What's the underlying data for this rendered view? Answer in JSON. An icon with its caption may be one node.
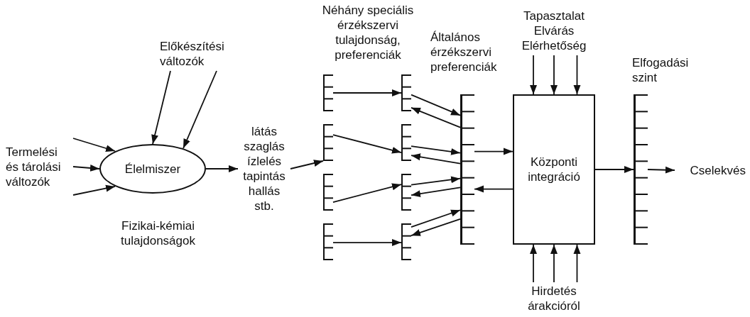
{
  "diagram": {
    "nodes": [
      {
        "text": [
          "Termelési és tárolási változók"
        ]
      },
      {
        "text": [
          "Előkészítési változók"
        ]
      },
      {
        "text": [
          "Élelmiszer"
        ]
      },
      {
        "text": [
          "látás szaglás ízlelés tapintás hallás stb."
        ]
      },
      {
        "text": [],
        "shape": "bar"
      },
      {
        "text": [],
        "shape": "bar"
      },
      {
        "text": [],
        "shape": "bar"
      },
      {
        "text": [],
        "shape": "bar"
      },
      {
        "text": [],
        "shape": "bar"
      },
      {
        "text": [],
        "shape": "bar"
      },
      {
        "text": [],
        "shape": "bar"
      },
      {
        "text": [],
        "shape": "bar"
      },
      {
        "text": [],
        "shape": "bar"
      },
      {
        "text": [
          "Tapasztalat",
          "Elvárás",
          "Elérhetőség"
        ]
      },
      {
        "text": [
          "Központi integráció"
        ]
      },
      {
        "text": [
          "Hirdetés árakcióról"
        ]
      },
      {
        "text": [],
        "shape": "bar"
      },
      {
        "text": [
          "Cselekvés"
        ]
      }
    ],
    "edges": [
      {
        "from": 0,
        "to": 2,
        "arrow": "to"
      },
      {
        "from": 0,
        "to": 2,
        "arrow": "to"
      },
      {
        "from": 0,
        "to": 2,
        "arrow": "to"
      },
      {
        "from": 1,
        "to": 2,
        "arrow": "to"
      },
      {
        "from": 1,
        "to": 2,
        "arrow": "to"
      },
      {
        "from": 2,
        "to": 3,
        "arrow": "to"
      },
      {
        "from": 3,
        "to": 5,
        "arrow": "to"
      },
      {
        "from": 4,
        "to": 8,
        "arrow": "to"
      },
      {
        "from": 5,
        "to": 9,
        "arrow": "to"
      },
      {
        "from": 6,
        "to": 10,
        "arrow": "to"
      },
      {
        "from": 7,
        "to": 11,
        "arrow": "to"
      },
      {
        "from": 8,
        "to": 12,
        "arrow": "to"
      },
      {
        "from": 12,
        "to": 8,
        "arrow": "to"
      },
      {
        "from": 9,
        "to": 12,
        "arrow": "to"
      },
      {
        "from": 12,
        "to": 9,
        "arrow": "to"
      },
      {
        "from": 10,
        "to": 12,
        "arrow": "to"
      },
      {
        "from": 12,
        "to": 10,
        "arrow": "to"
      },
      {
        "from": 11,
        "to": 12,
        "arrow": "to"
      },
      {
        "from": 12,
        "to": 11,
        "arrow": "to"
      },
      {
        "from": 12,
        "to": 14,
        "arrow": "to"
      },
      {
        "from": 14,
        "to": 12,
        "arrow": "to"
      },
      {
        "from": 13,
        "to": 14,
        "arrow": "to"
      },
      {
        "from": 13,
        "to": 14,
        "arrow": "to"
      },
      {
        "from": 13,
        "to": 14,
        "arrow": "to"
      },
      {
        "from": 15,
        "to": 14,
        "arrow": "to"
      },
      {
        "from": 15,
        "to": 14,
        "arrow": "to"
      },
      {
        "from": 15,
        "to": 14,
        "arrow": "to"
      },
      {
        "from": 14,
        "to": 16,
        "arrow": "to"
      },
      {
        "from": 16,
        "to": 17,
        "arrow": "to"
      }
    ],
    "labels": [
      "Néhány speciális érzékszervi tulajdonság, preferenciák",
      "Általános érzékszervi preferenciák",
      "Elfogadási szint",
      "Fizikai-kémiai tulajdonságok"
    ]
  }
}
